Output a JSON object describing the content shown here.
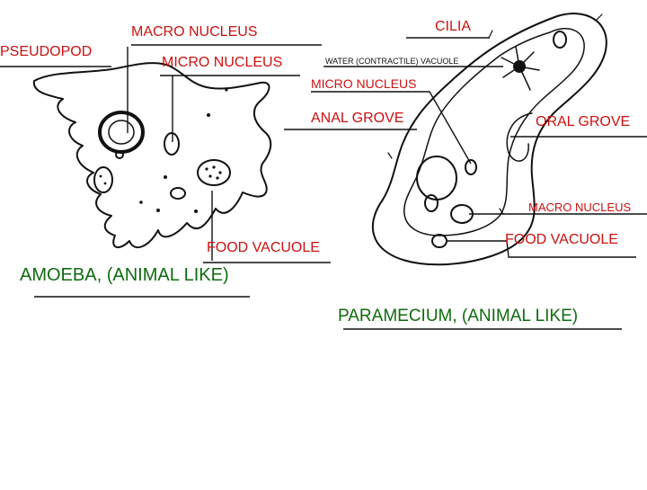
{
  "labels": {
    "macro_nucleus_amoeba": "MACRO NUCLEUS",
    "pseudopod": "PSEUDOPOD",
    "micro_nucleus_amoeba": "MICRO NUCLEUS",
    "cilia": "CILIA",
    "water_contractile_vacuole": "WATER (CONTRACTILE) VACUOLE",
    "micro_nucleus_paramecium": "MICRO NUCLEUS",
    "anal_grove": "ANAL GROVE",
    "oral_grove": "ORAL GROVE",
    "macro_nucleus_paramecium": "MACRO NUCLEUS",
    "food_vacuole_amoeba": "FOOD VACUOLE",
    "food_vacuole_paramecium": "FOOD VACUOLE"
  },
  "captions": {
    "amoeba": "AMOEBA, (ANIMAL LIKE)",
    "paramecium": "PARAMECIUM, (ANIMAL LIKE)"
  },
  "colors": {
    "label_red": "#cc1111",
    "caption_green": "#0f6b0f",
    "line": "#111111"
  }
}
